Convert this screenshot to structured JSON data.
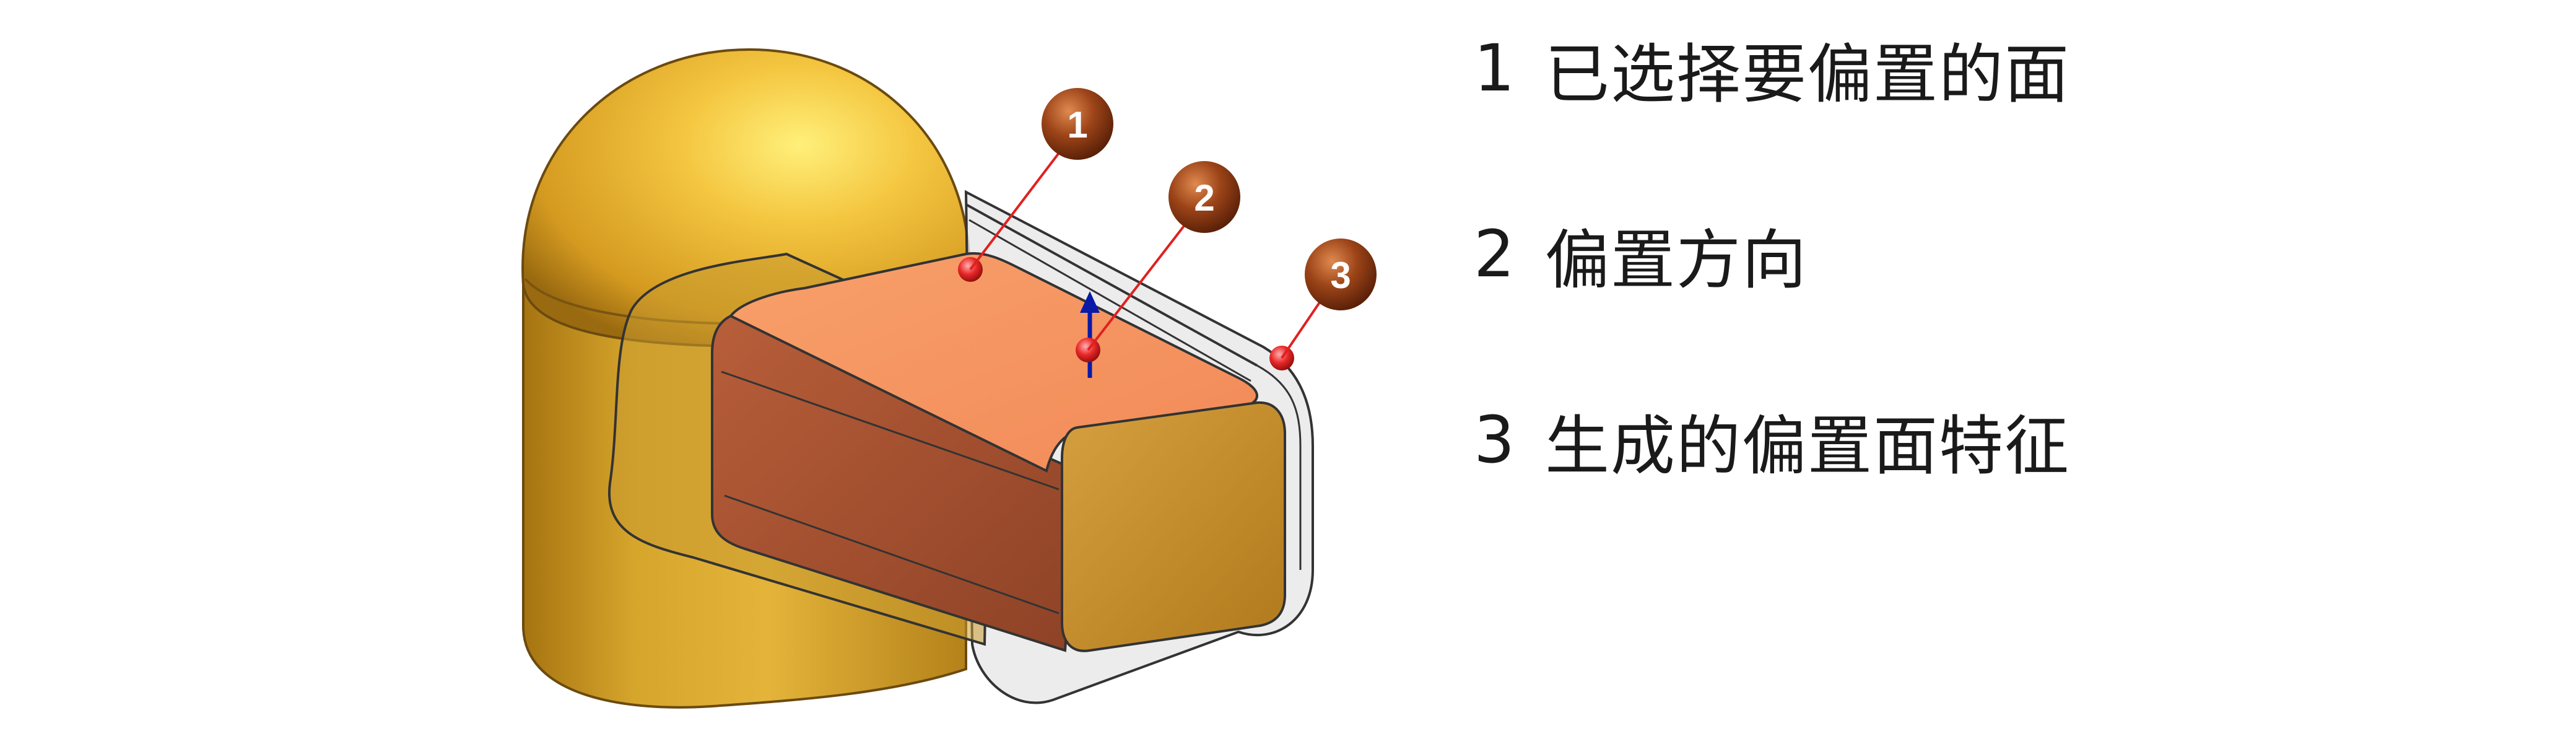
{
  "callouts": [
    {
      "number": "1",
      "text": "已选择要偏置的面"
    },
    {
      "number": "2",
      "text": "偏置方向"
    },
    {
      "number": "3",
      "text": "生成的偏置面特征"
    }
  ],
  "colors": {
    "dome": "#e8b030",
    "dome_shadow": "#b07c10",
    "selected_face": "#f59a6a",
    "side_face": "#a85434",
    "end_face": "#c8902c",
    "offset_shell": "#d8d8d8",
    "callout_ball": "#8c3a14",
    "leader_line": "#e02020",
    "direction_arrow": "#0a1aa8"
  }
}
